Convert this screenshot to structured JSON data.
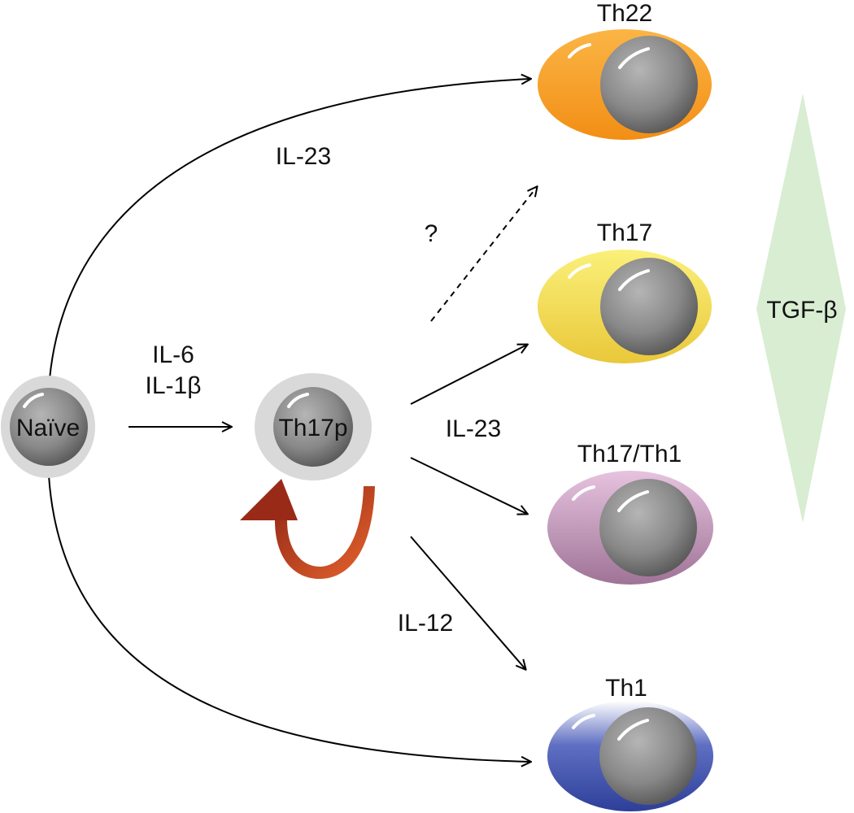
{
  "cells": {
    "naive": {
      "label": "Naïve",
      "outer_color": "#d6d6d6"
    },
    "th17p": {
      "label": "Th17p",
      "outer_color": "#d6d6d6"
    },
    "th22": {
      "label": "Th22",
      "color": "#f7a126"
    },
    "th17": {
      "label": "Th17",
      "color": "#f5dd4a"
    },
    "th17th1": {
      "label": "Th17/Th1",
      "color": "#c79bbf"
    },
    "th1": {
      "label": "Th1",
      "color": "#3448a2"
    }
  },
  "cytokines": {
    "naive_to_th22": "IL-23",
    "naive_to_th17p_line1": "IL-6",
    "naive_to_th17p_line2": "IL-1β",
    "th17p_to_th22_unknown": "?",
    "th17p_to_th17_and_th17th1": "IL-23",
    "th17p_to_th1": "IL-12"
  },
  "gradient": {
    "label": "TGF-β",
    "color": "#d8edd2"
  },
  "self_renewal_arrow": {
    "color": "#c0432a"
  },
  "nucleus_color": "#8a8a8a"
}
